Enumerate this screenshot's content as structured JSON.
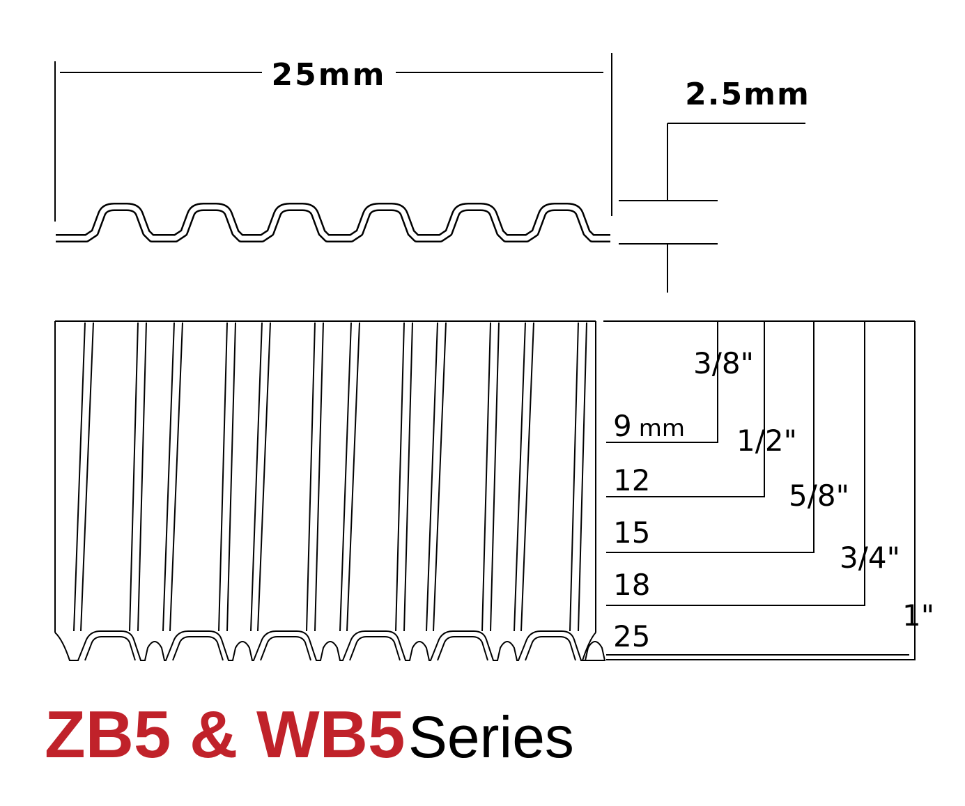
{
  "dimensions": {
    "crown_width": "25mm",
    "wire_thickness": "2.5mm"
  },
  "inch_sizes": [
    "3/8\"",
    "1/2\"",
    "5/8\"",
    "3/4\"",
    "1\""
  ],
  "mm_lengths": [
    "9",
    "12",
    "15",
    "18",
    "25"
  ],
  "mm_unit": "mm",
  "title": {
    "model": "ZB5 & WB5",
    "suffix": "Series"
  },
  "colors": {
    "model": "#c0222a",
    "line": "#000000",
    "background": "#ffffff"
  }
}
